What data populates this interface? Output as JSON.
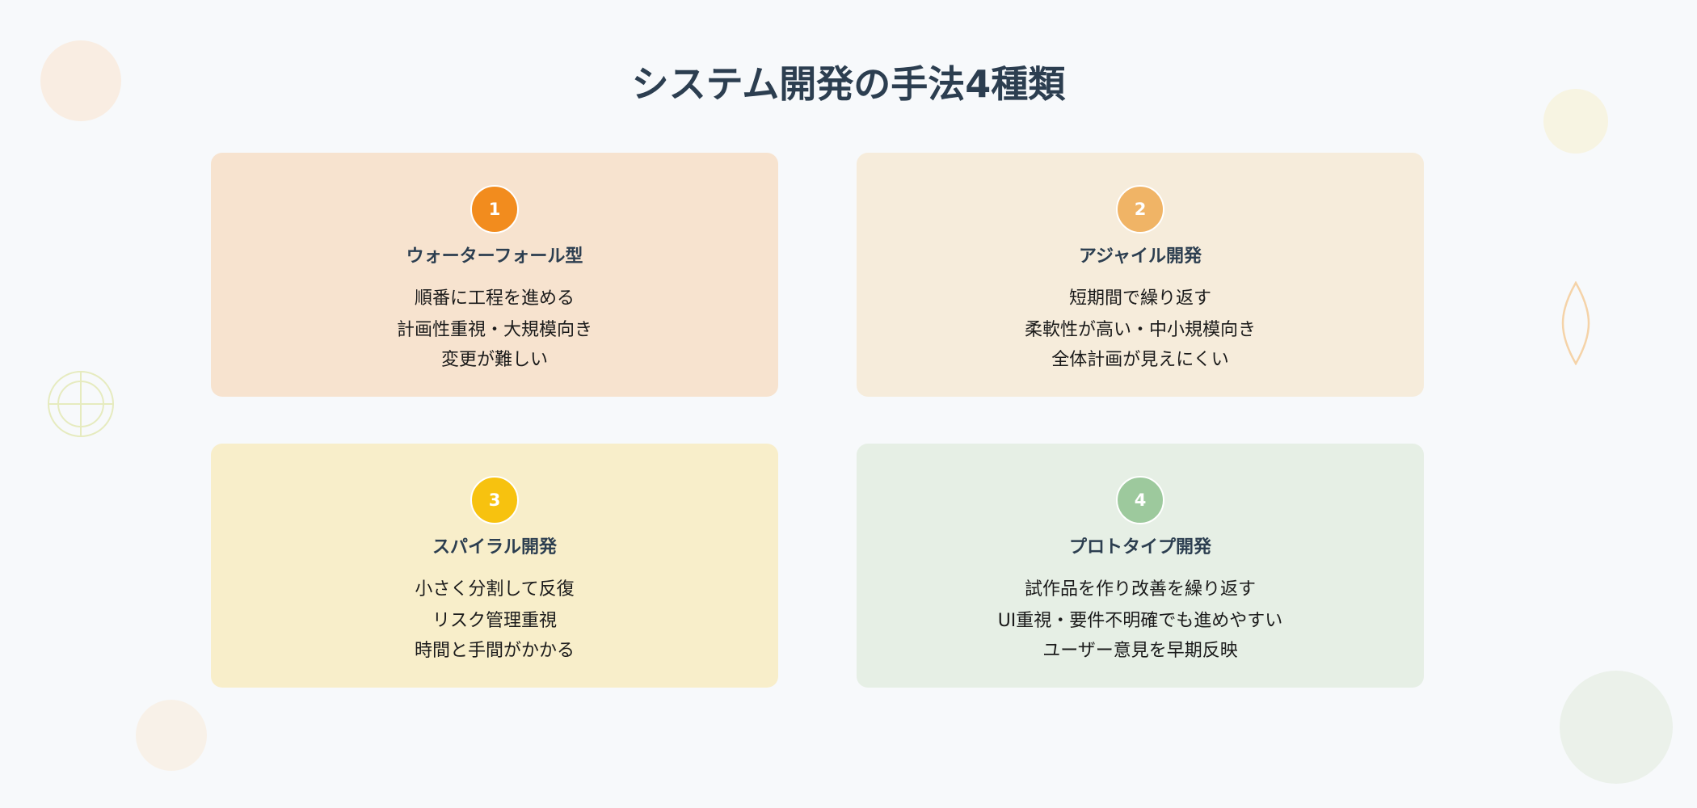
{
  "title": "システム開発の手法4種類",
  "cards": [
    {
      "number": "1",
      "title": "ウォーターフォール型",
      "lines": [
        "順番に工程を進める",
        "計画性重視・大規模向き",
        "変更が難しい"
      ],
      "bg": "#f7e3cf",
      "badge": "#f28c1e"
    },
    {
      "number": "2",
      "title": "アジャイル開発",
      "lines": [
        "短期間で繰り返す",
        "柔軟性が高い・中小規模向き",
        "全体計画が見えにくい"
      ],
      "bg": "#f6ecdb",
      "badge": "#f0b466"
    },
    {
      "number": "3",
      "title": "スパイラル開発",
      "lines": [
        "小さく分割して反復",
        "リスク管理重視",
        "時間と手間がかかる"
      ],
      "bg": "#f8eeca",
      "badge": "#f7c20f"
    },
    {
      "number": "4",
      "title": "プロトタイプ開発",
      "lines": [
        "試作品を作り改善を繰り返す",
        "UI重視・要件不明確でも進めやすい",
        "ユーザー意見を早期反映"
      ],
      "bg": "#e6efe5",
      "badge": "#9dc99d"
    }
  ]
}
